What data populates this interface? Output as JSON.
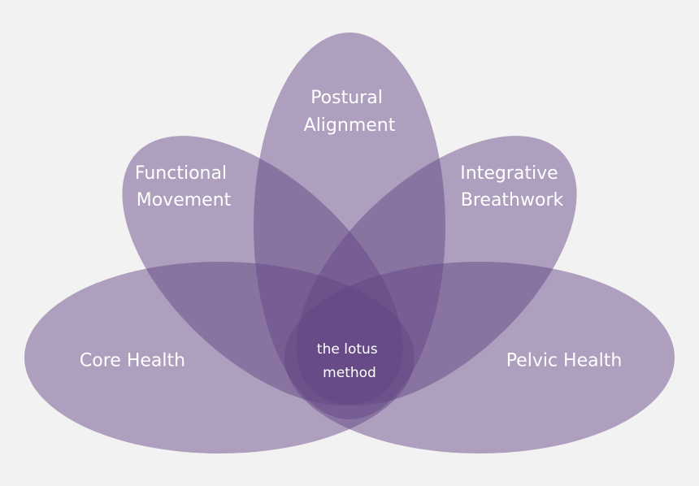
{
  "diagram": {
    "colors": {
      "background": "#f2f2f2",
      "petal_fill": "#624684",
      "label_text": "#ffffff"
    },
    "petals": {
      "core_health": {
        "label": "Core Health"
      },
      "pelvic_health": {
        "label": "Pelvic Health"
      },
      "functional_movement": {
        "lines": [
          "Functional",
          "Movement"
        ]
      },
      "integrative_breathwork": {
        "lines": [
          "Integrative",
          "Breathwork"
        ]
      },
      "postural_alignment": {
        "lines": [
          "Postural",
          "Alignment"
        ]
      }
    },
    "center": {
      "lines": [
        "the lotus",
        "method"
      ]
    }
  }
}
